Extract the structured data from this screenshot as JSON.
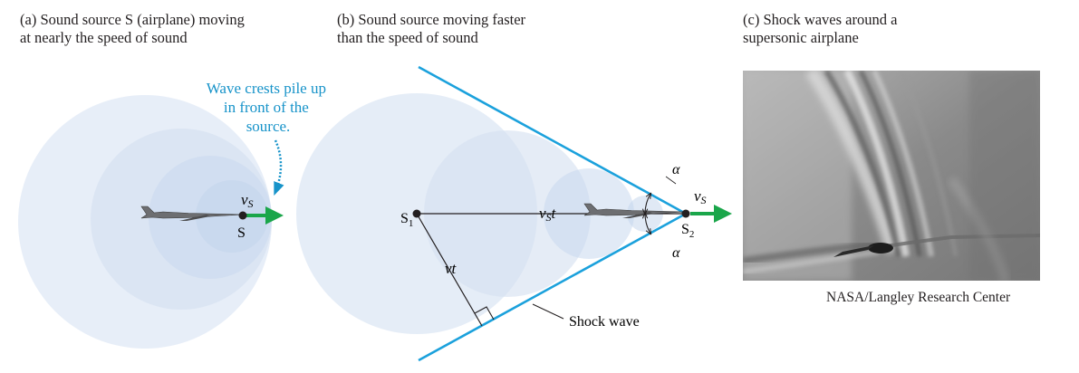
{
  "panels": {
    "a": {
      "caption_line1": "(a) Sound source S (airplane) moving",
      "caption_line2": "at nearly the speed of sound",
      "annotation_lines": [
        "Wave crests pile up",
        "in front of the",
        "source."
      ],
      "velocity_label": "v",
      "velocity_subscript": "S",
      "source_label": "S"
    },
    "b": {
      "caption_line1": "(b) Sound source moving faster",
      "caption_line2": "than the speed of sound",
      "s1_label": "S",
      "s1_subscript": "1",
      "s2_label": "S",
      "s2_subscript": "2",
      "vst_label": "v",
      "vst_subscript": "S",
      "vst_suffix": "t",
      "vt_label": "vt",
      "velocity_label": "v",
      "velocity_subscript": "S",
      "alpha_top": "α",
      "alpha_bottom": "α",
      "shock_wave_label": "Shock wave"
    },
    "c": {
      "caption_line1": "(c) Shock waves around a",
      "caption_line2": "supersonic airplane",
      "credit": "NASA/Langley Research Center"
    }
  },
  "colors": {
    "wavefront_fill": "#dfe8f5",
    "shock_line": "#1ba1dc",
    "velocity_arrow": "#1aa64a",
    "annotation_text": "#1793c9",
    "text": "#231f20"
  }
}
